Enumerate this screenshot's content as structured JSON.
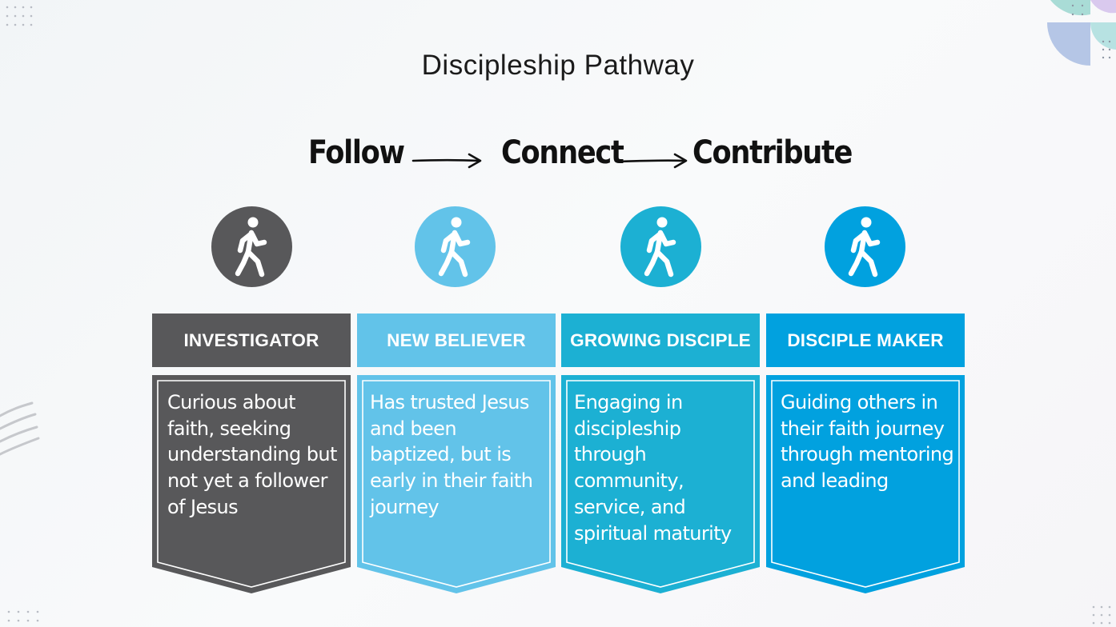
{
  "title": "Discipleship Pathway",
  "flow": {
    "steps": [
      "Follow",
      "Connect",
      "Contribute"
    ]
  },
  "icons": {
    "stage": "walking-person-icon"
  },
  "colors": {
    "investigator": "#58585a",
    "new_believer": "#62c3e9",
    "growing_disciple": "#1cb0d3",
    "disciple_maker": "#01a1df"
  },
  "stages": [
    {
      "name": "INVESTIGATOR",
      "description": "Curious about faith, seeking understanding but not yet a follower of Jesus"
    },
    {
      "name": "NEW BELIEVER",
      "description": "Has trusted Jesus and been baptized, but is early in their faith journey"
    },
    {
      "name": "GROWING DISCIPLE",
      "description": "Engaging in discipleship through community, service, and spiritual maturity"
    },
    {
      "name": "DISCIPLE MAKER",
      "description": "Guiding others in their faith journey through mentoring and leading"
    }
  ]
}
